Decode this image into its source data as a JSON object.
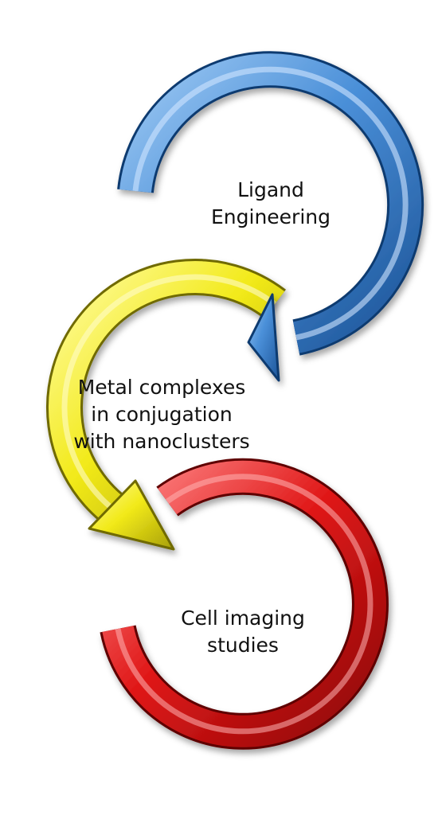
{
  "steps": [
    {
      "id": "ligand-engineering",
      "lines": [
        "Ligand",
        "Engineering"
      ],
      "color": "#4a8fd8"
    },
    {
      "id": "metal-complexes",
      "lines": [
        "Metal complexes",
        "in conjugation",
        "with nanoclusters"
      ],
      "color": "#f2ea1a"
    },
    {
      "id": "cell-imaging",
      "lines": [
        "Cell imaging",
        "studies"
      ],
      "color": "#e01818"
    }
  ]
}
